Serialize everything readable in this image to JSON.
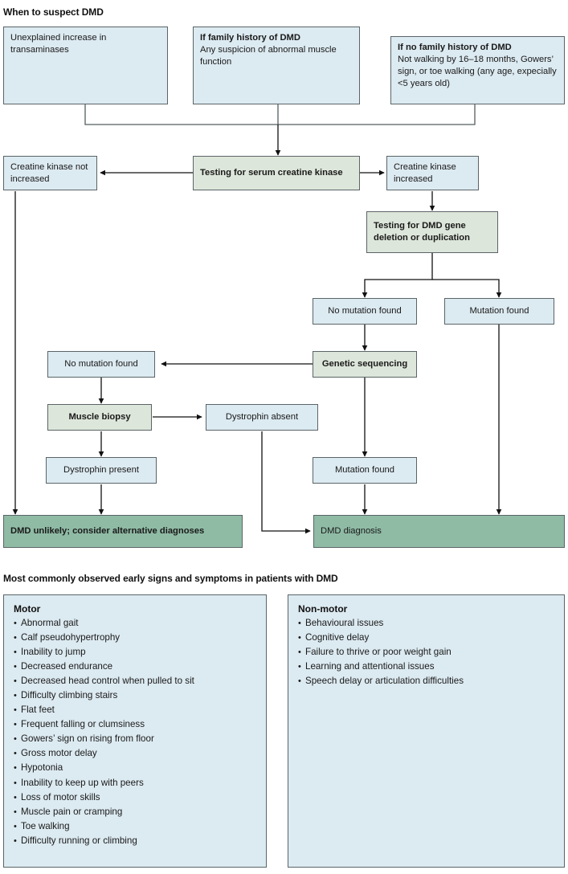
{
  "sections": {
    "top_heading": "When to suspect DMD",
    "bottom_heading": "Most commonly observed early signs and symptoms in patients with DMD"
  },
  "colors": {
    "box_blue": "#dceaf1",
    "box_green": "#dde6da",
    "box_dark_green": "#8fbba5",
    "border": "#5b6467",
    "text": "#1a1a1a"
  },
  "flowchart": {
    "type": "flowchart",
    "nodes": [
      {
        "id": "unexplained",
        "label": "Unexplained increase in transaminases",
        "style": "blue"
      },
      {
        "id": "family_hx_title",
        "label": "If family history of DMD",
        "style": "blue"
      },
      {
        "id": "family_hx_body",
        "label": "Any suspicion of abnormal muscle function",
        "style": "blue"
      },
      {
        "id": "no_family_title",
        "label": "If no family history of DMD",
        "style": "blue"
      },
      {
        "id": "no_family_body",
        "label": "Not walking by 16–18 months, Gowers’ sign, or toe walking (any age, expecially <5 years old)",
        "style": "blue"
      },
      {
        "id": "ck_test",
        "label": "Testing for serum creatine kinase",
        "style": "green"
      },
      {
        "id": "ck_not_inc",
        "label": "Creatine kinase not increased",
        "style": "blue"
      },
      {
        "id": "ck_inc",
        "label": "Creatine kinase increased",
        "style": "blue"
      },
      {
        "id": "dmd_gene_test",
        "label": "Testing for DMD gene deletion or duplication",
        "style": "green"
      },
      {
        "id": "no_mut_1",
        "label": "No mutation found",
        "style": "blue"
      },
      {
        "id": "mut_1",
        "label": "Mutation found",
        "style": "blue"
      },
      {
        "id": "gen_seq",
        "label": "Genetic sequencing",
        "style": "green"
      },
      {
        "id": "no_mut_2",
        "label": "No mutation found",
        "style": "blue"
      },
      {
        "id": "biopsy",
        "label": "Muscle biopsy",
        "style": "green"
      },
      {
        "id": "dys_absent",
        "label": "Dystrophin absent",
        "style": "blue"
      },
      {
        "id": "dys_present",
        "label": "Dystrophin present",
        "style": "blue"
      },
      {
        "id": "mut_2",
        "label": "Mutation found",
        "style": "blue"
      },
      {
        "id": "dmd_unlikely",
        "label": "DMD unlikely; consider alternative diagnoses",
        "style": "dark_green"
      },
      {
        "id": "dmd_diagnosis",
        "label": "DMD diagnosis",
        "style": "dark_green"
      }
    ],
    "edges": [
      {
        "from": "unexplained",
        "to": "ck_test"
      },
      {
        "from": "family_hx",
        "to": "ck_test"
      },
      {
        "from": "no_family",
        "to": "ck_test"
      },
      {
        "from": "ck_test",
        "to": "ck_not_inc"
      },
      {
        "from": "ck_test",
        "to": "ck_inc"
      },
      {
        "from": "ck_inc",
        "to": "dmd_gene_test"
      },
      {
        "from": "dmd_gene_test",
        "to": "no_mut_1"
      },
      {
        "from": "dmd_gene_test",
        "to": "mut_1"
      },
      {
        "from": "no_mut_1",
        "to": "gen_seq"
      },
      {
        "from": "gen_seq",
        "to": "no_mut_2"
      },
      {
        "from": "gen_seq",
        "to": "mut_2"
      },
      {
        "from": "no_mut_2",
        "to": "biopsy"
      },
      {
        "from": "biopsy",
        "to": "dys_absent"
      },
      {
        "from": "biopsy",
        "to": "dys_present"
      },
      {
        "from": "dys_present",
        "to": "dmd_unlikely"
      },
      {
        "from": "ck_not_inc",
        "to": "dmd_unlikely"
      },
      {
        "from": "dys_absent",
        "to": "dmd_diagnosis"
      },
      {
        "from": "mut_2",
        "to": "dmd_diagnosis"
      },
      {
        "from": "mut_1",
        "to": "dmd_diagnosis"
      }
    ]
  },
  "symptoms": {
    "motor": {
      "title": "Motor",
      "items": [
        "Abnormal gait",
        "Calf pseudohypertrophy",
        "Inability to jump",
        "Decreased endurance",
        "Decreased head control when pulled to sit",
        "Difficulty climbing stairs",
        "Flat feet",
        "Frequent falling or clumsiness",
        "Gowers’ sign on rising from floor",
        "Gross motor delay",
        "Hypotonia",
        "Inability to keep up with peers",
        "Loss of motor skills",
        "Muscle pain or cramping",
        "Toe walking",
        "Difficulty running or climbing"
      ]
    },
    "non_motor": {
      "title": "Non-motor",
      "items": [
        "Behavioural issues",
        "Cognitive delay",
        "Failure to thrive or poor weight gain",
        "Learning and attentional issues",
        "Speech delay or articulation difficulties"
      ]
    }
  }
}
